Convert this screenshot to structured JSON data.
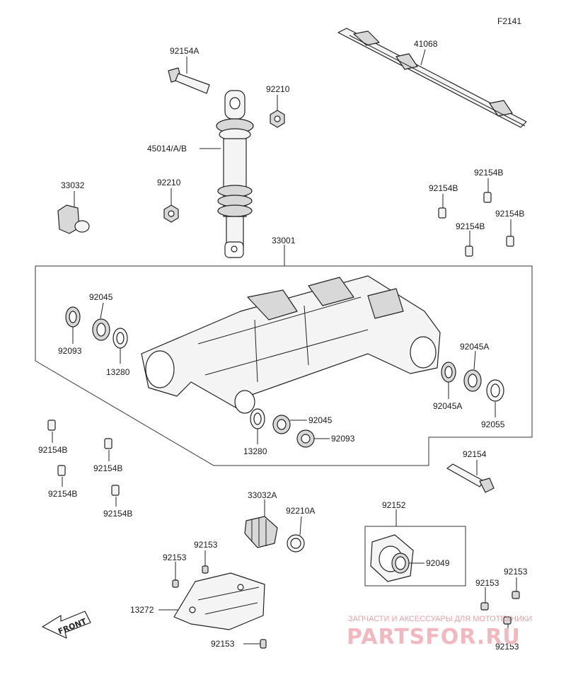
{
  "figure_code": "F2141",
  "callouts": {
    "shaft": "41068",
    "bolt_top": "92154A",
    "nut_top": "92210",
    "shock": "45014/A/B",
    "nut_mid": "92210",
    "cap_left": "33032",
    "bolt_r1": "92154B",
    "bolt_r2": "92154B",
    "bolt_r3": "92154B",
    "bolt_r4": "92154B",
    "swingarm": "33001",
    "bearing_l": "92045",
    "seal_l": "92093",
    "collar_l": "13280",
    "bearing_ra": "92045A",
    "bearing_rb": "92045A",
    "seal_r": "92055",
    "bearing_c": "92045",
    "seal_c": "92093",
    "collar_c": "13280",
    "bolt_l1": "92154B",
    "bolt_l2": "92154B",
    "bolt_l3": "92154B",
    "bolt_l4": "92154B",
    "bolt_big": "92154",
    "cap_boot": "33032A",
    "clamp": "92210A",
    "plate_group": "92152",
    "plate_seal": "92049",
    "screw_1": "92153",
    "screw_2": "92153",
    "screw_3": "92153",
    "screw_4": "92153",
    "screw_5": "92153",
    "guard": "13272",
    "screw_6": "92153"
  },
  "front_label": "FRONT",
  "watermark": {
    "top": "ЗАПЧАСТИ И АКСЕССУАРЫ ДЛЯ МОТОТЕХНИКИ",
    "brand": "PARTSFOR.RU"
  },
  "colors": {
    "line": "#222222",
    "watermark": "#f2b8c0"
  }
}
